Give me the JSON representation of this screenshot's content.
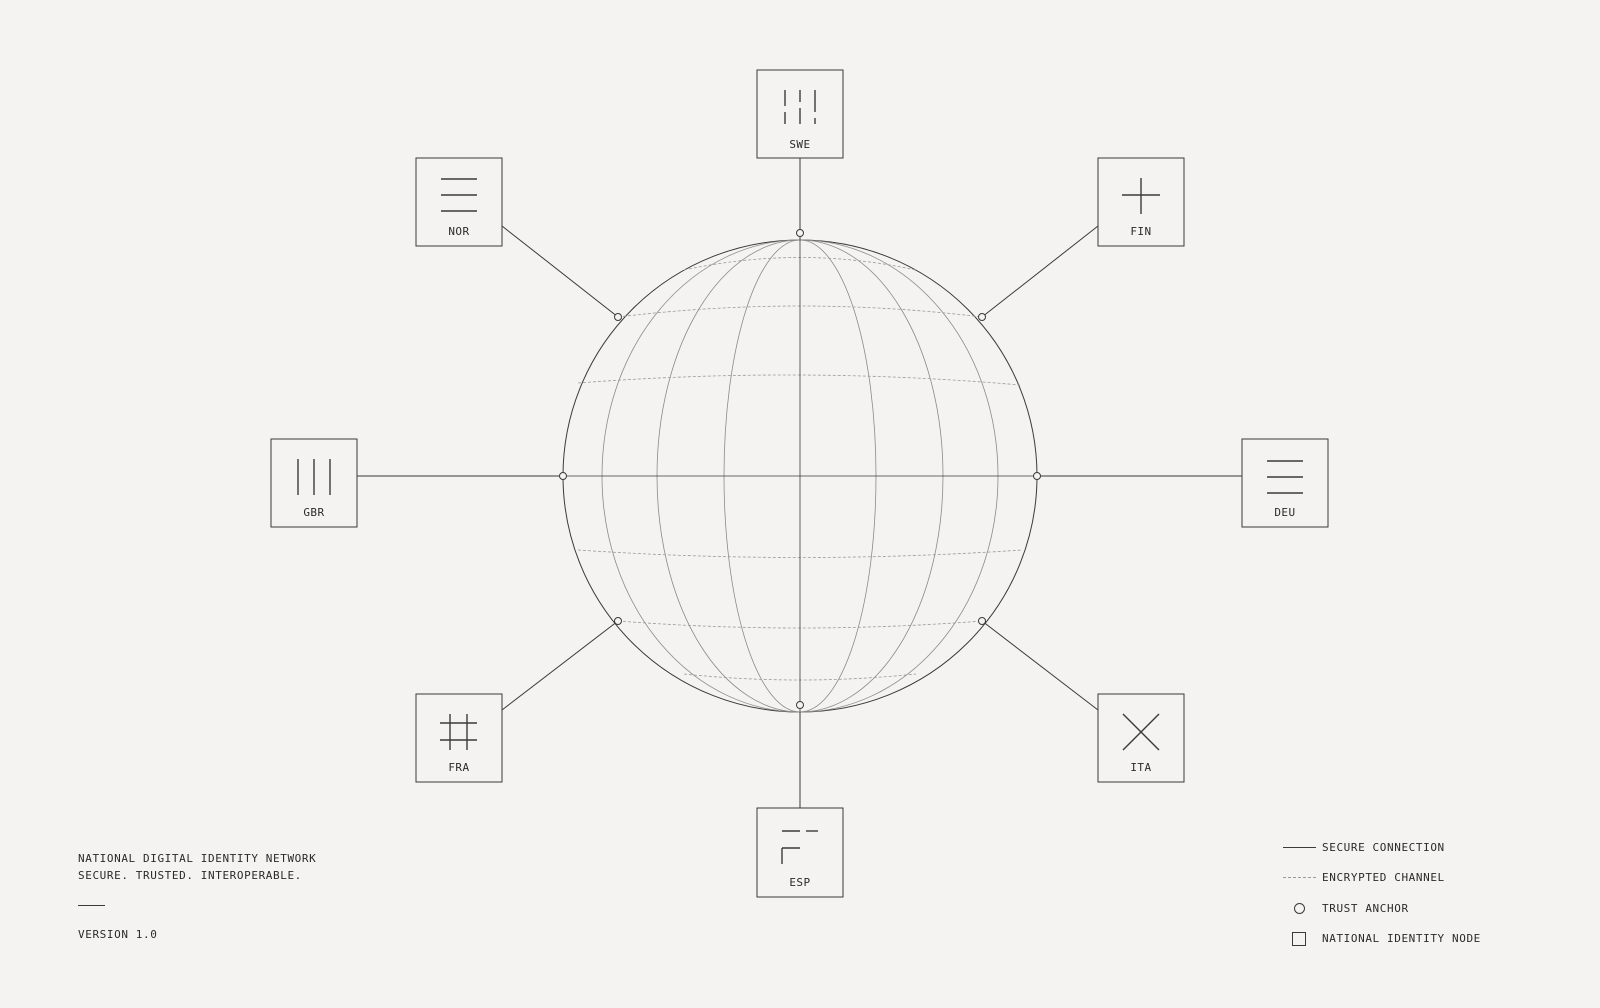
{
  "caption": {
    "line1": "NATIONAL DIGITAL IDENTITY NETWORK",
    "line2": "SECURE. TRUSTED. INTEROPERABLE.",
    "version": "VERSION 1.0"
  },
  "nodes": [
    {
      "code": "SWE",
      "glyph": "bars-split"
    },
    {
      "code": "FIN",
      "glyph": "plus"
    },
    {
      "code": "DEU",
      "glyph": "three-horizontal-bars"
    },
    {
      "code": "ITA",
      "glyph": "x-cross"
    },
    {
      "code": "ESP",
      "glyph": "corner-marks"
    },
    {
      "code": "FRA",
      "glyph": "hash-grid"
    },
    {
      "code": "GBR",
      "glyph": "three-vertical-bars"
    },
    {
      "code": "NOR",
      "glyph": "three-horizontal-bars"
    }
  ],
  "legend": [
    {
      "mark": "solid-line",
      "label": "SECURE CONNECTION"
    },
    {
      "mark": "dashed-line",
      "label": "ENCRYPTED CHANNEL"
    },
    {
      "mark": "circle",
      "label": "TRUST ANCHOR"
    },
    {
      "mark": "square",
      "label": "NATIONAL IDENTITY NODE"
    }
  ],
  "colors": {
    "background": "#f4f3f1",
    "stroke": "#3a3a3a",
    "dashed": "#9a9a9a"
  }
}
